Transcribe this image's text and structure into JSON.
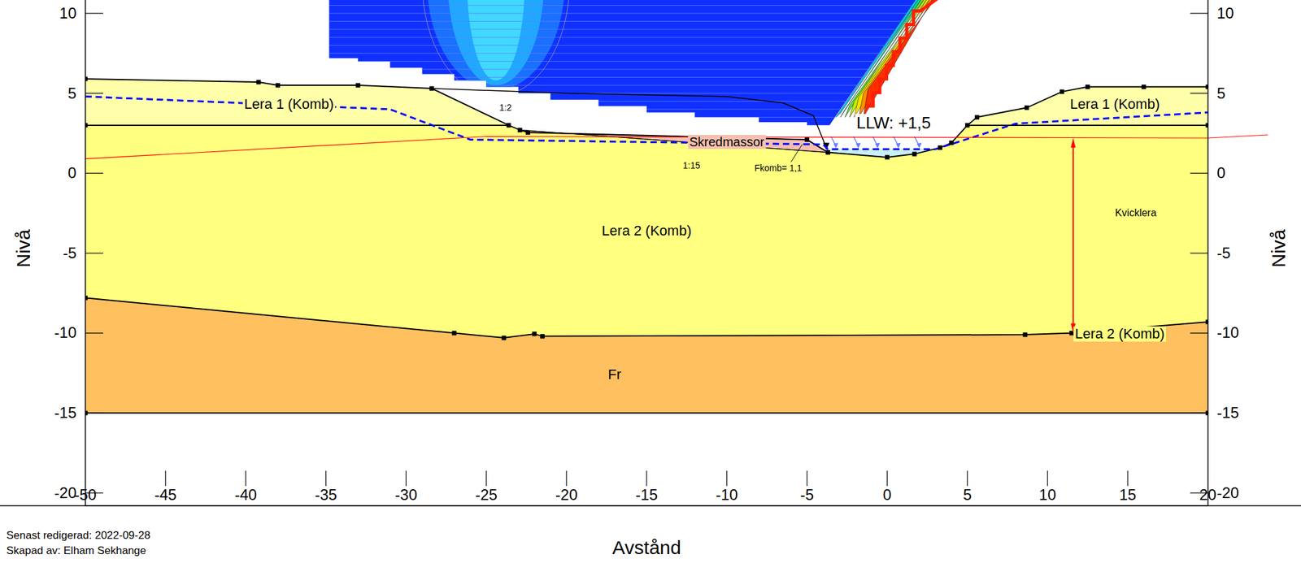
{
  "diagram": {
    "labels": [
      "10",
      "5",
      "0",
      "-5",
      "-10",
      "-15",
      "-20",
      "10",
      "5",
      "0",
      "-5",
      "-10",
      "-15",
      "-20",
      "-50",
      "-45",
      "-40",
      "-35",
      "-30",
      "-25",
      "-20",
      "-15",
      "-10",
      "-5",
      "0",
      "5",
      "10",
      "15",
      "20",
      "Nivå",
      "Nivå",
      "Avstånd",
      "Senast redigerad: 2022-09-28",
      "Skapad av: Elham Sekhange",
      "Lera 1 (Komb)",
      "Lera 1 (Komb)",
      "Lera 2 (Komb)",
      "Lera 2 (Komb)",
      "Fr",
      "Skredmassor",
      "1:2",
      "1:15",
      "Fkomb= 1,1",
      "LLW: +1,5",
      "Kvicklera"
    ]
  }
}
